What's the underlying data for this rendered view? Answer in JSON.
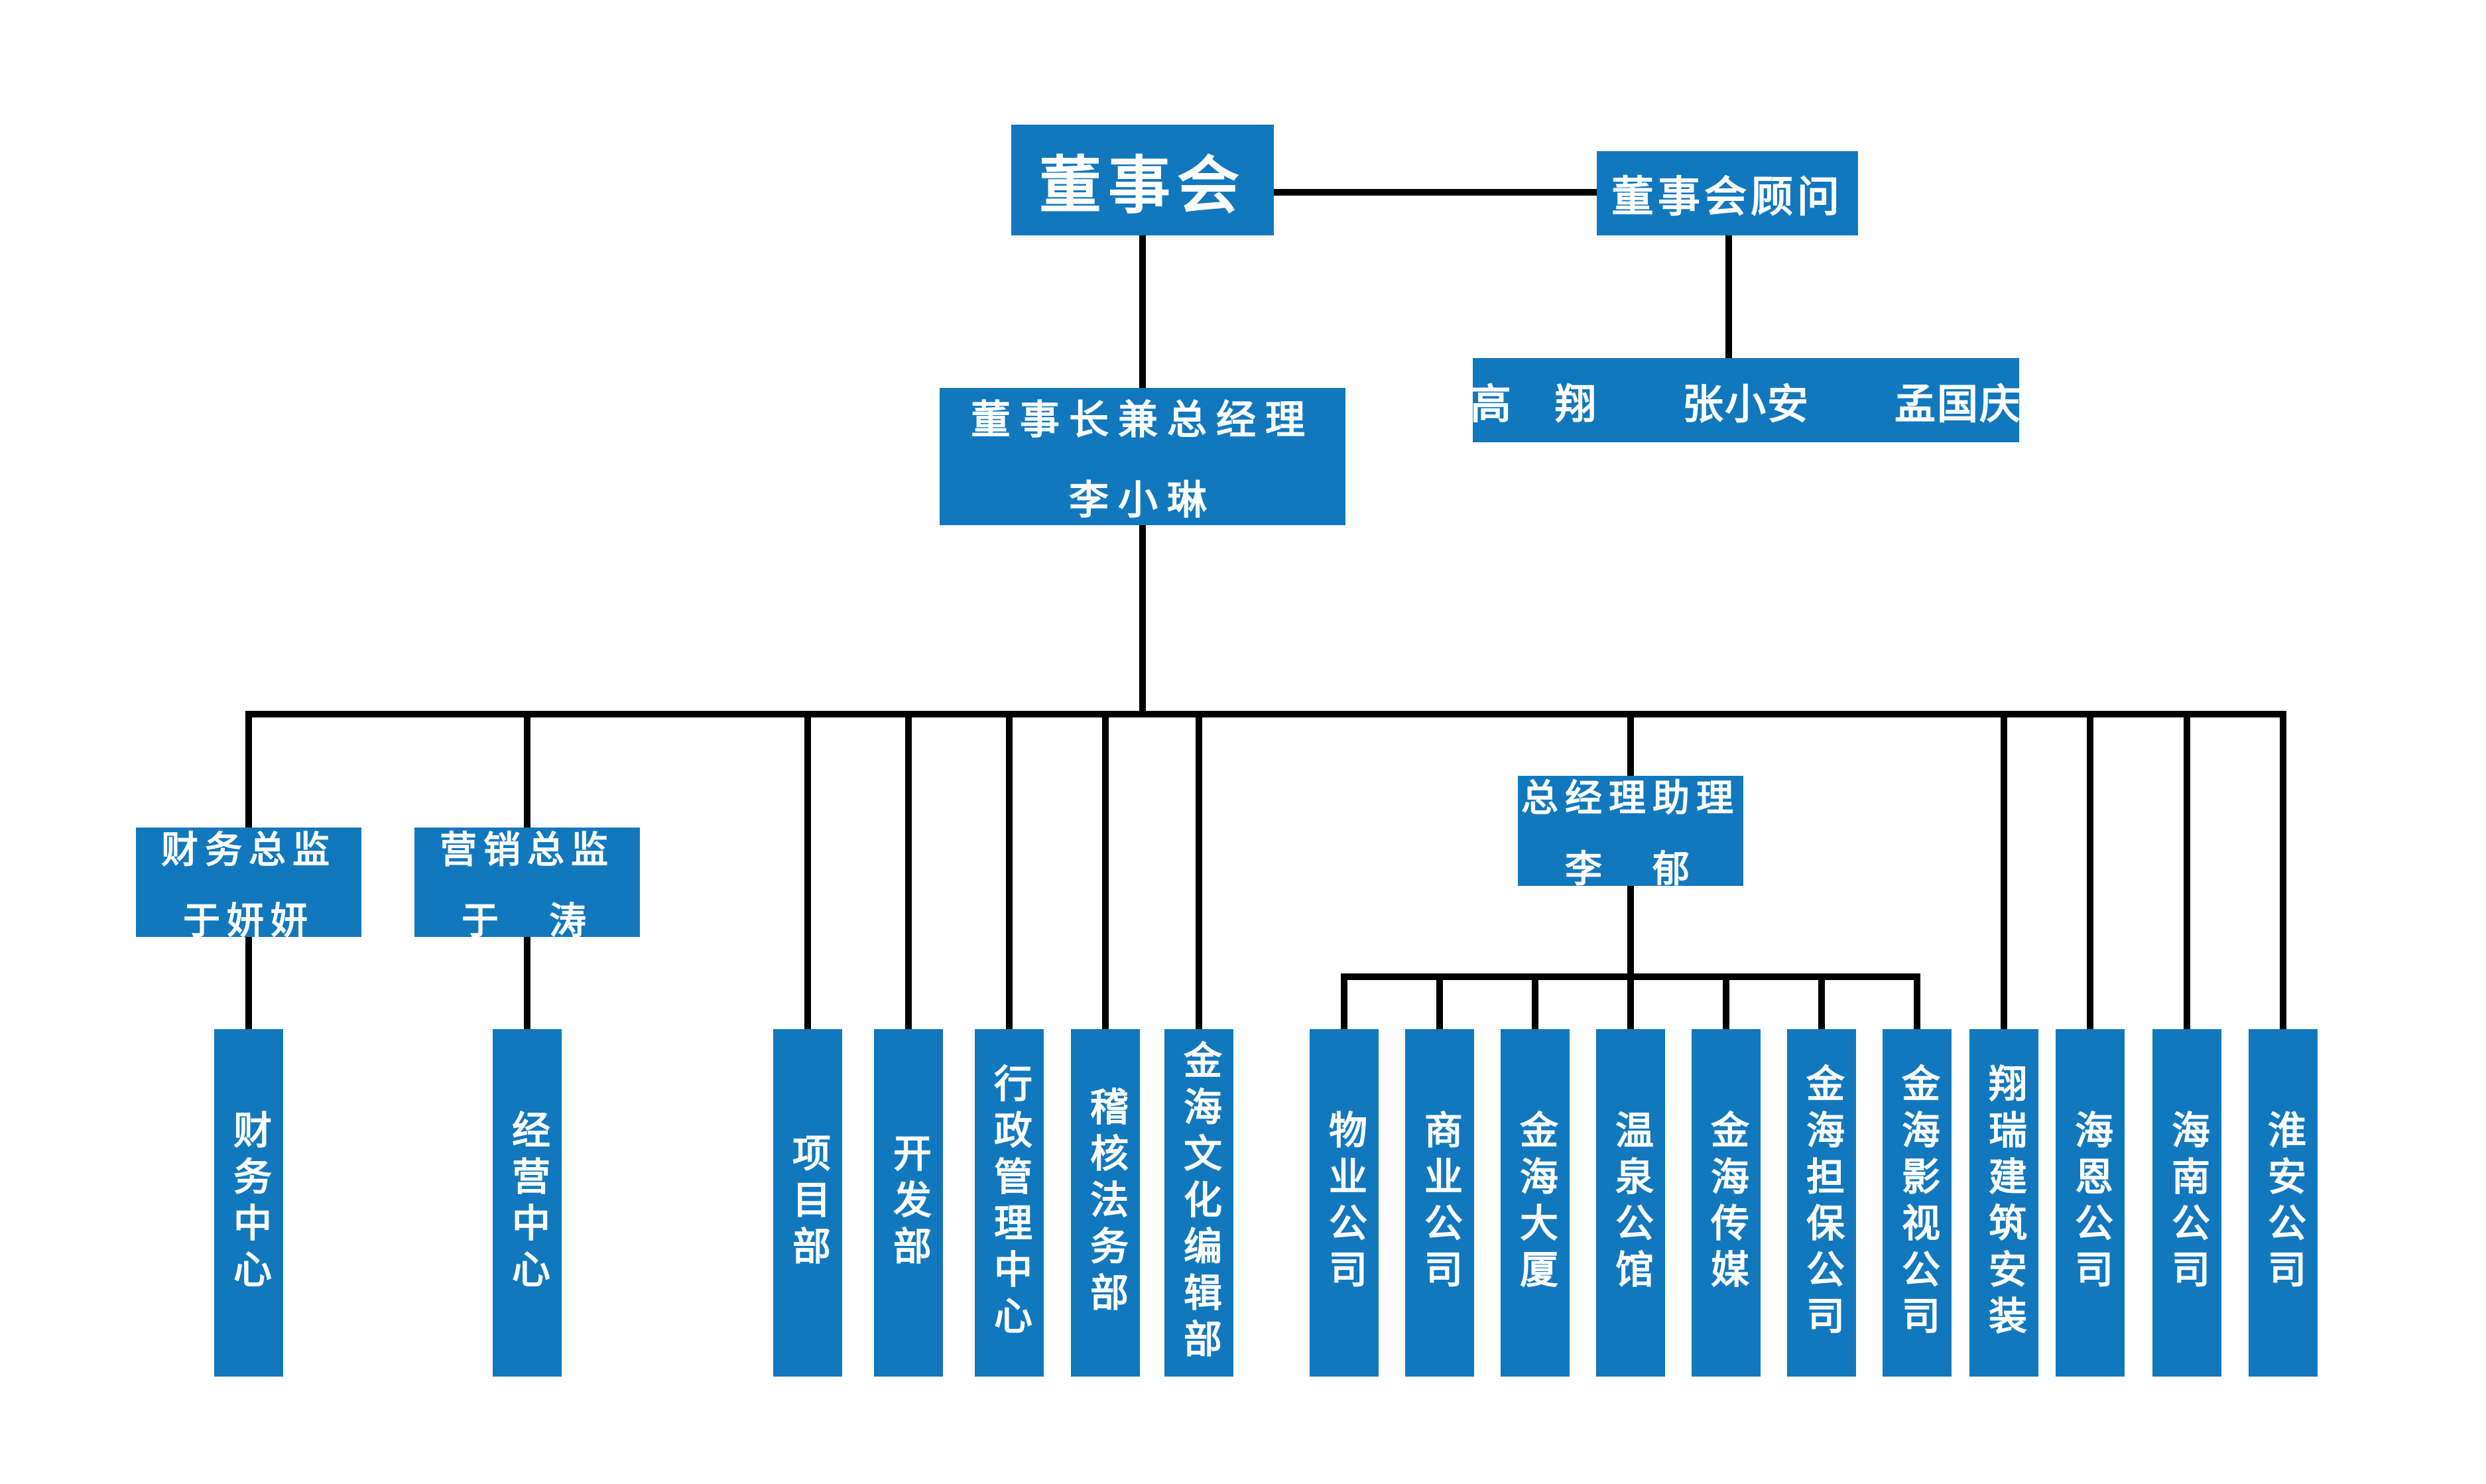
{
  "colors": {
    "node_fill": "#1278BE",
    "node_text": "#FFFFFF",
    "connector": "#000000",
    "background": "#FFFFFF"
  },
  "org": {
    "board_label": "董事会",
    "advisor_label": "董事会顾问",
    "advisor_names": "高　翔　　张小安　　孟国庆",
    "chairman": {
      "title": "董事长兼总经理",
      "name": "李小琳"
    },
    "finance_director": {
      "title": "财务总监",
      "name": "于妍妍"
    },
    "marketing_director": {
      "title": "营销总监",
      "name": "于　涛"
    },
    "gm_assistant": {
      "title": "总经理助理",
      "name": "李　郁"
    },
    "units": [
      {
        "label": "财务中心"
      },
      {
        "label": "经营中心"
      },
      {
        "label": "项目部"
      },
      {
        "label": "开发部"
      },
      {
        "label": "行政管理中心"
      },
      {
        "label": "稽核法务部"
      },
      {
        "label": "金海文化编辑部"
      },
      {
        "label": "物业公司"
      },
      {
        "label": "商业公司"
      },
      {
        "label": "金海大厦"
      },
      {
        "label": "温泉公馆"
      },
      {
        "label": "金海传媒"
      },
      {
        "label": "金海担保公司"
      },
      {
        "label": "金海影视公司"
      },
      {
        "label": "翔瑞建筑安装"
      },
      {
        "label": "海恩公司"
      },
      {
        "label": "海南公司"
      },
      {
        "label": "淮安公司"
      }
    ]
  }
}
